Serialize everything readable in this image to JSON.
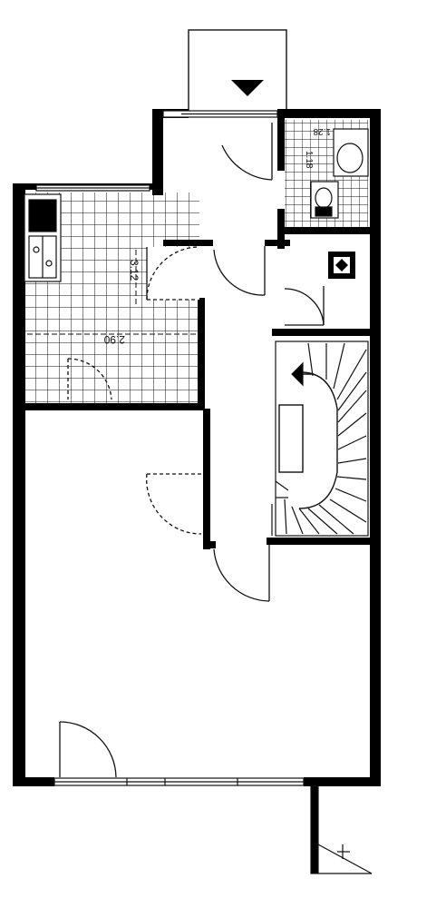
{
  "dimensions": {
    "kitchen_width": "2.90",
    "kitchen_depth": "3.12",
    "wc_width": "1.28",
    "wc_depth": "1.18"
  },
  "icons": {
    "entrance_arrow": "triangle-down-icon",
    "stair_arrow": "triangle-left-icon",
    "chimney": "chimney-shaft-icon"
  },
  "colors": {
    "wall": "#000000",
    "line": "#111111",
    "background": "#ffffff"
  }
}
